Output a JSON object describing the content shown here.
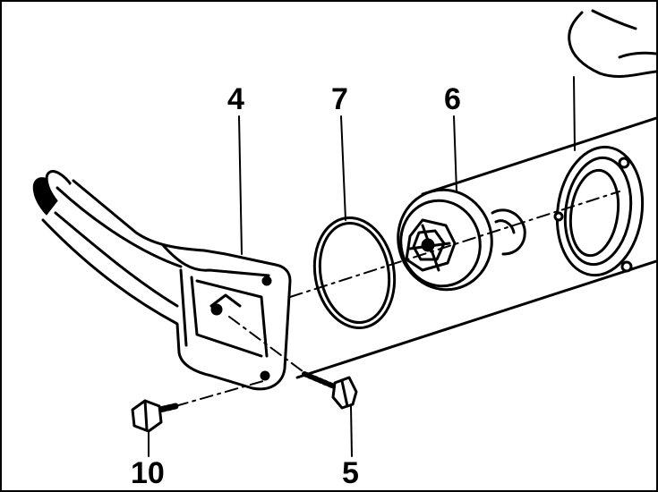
{
  "callouts": {
    "part_4": "4",
    "part_5": "5",
    "part_6": "6",
    "part_7": "7",
    "part_10": "10"
  },
  "colors": {
    "ink": "#000000",
    "paper": "#ffffff"
  }
}
